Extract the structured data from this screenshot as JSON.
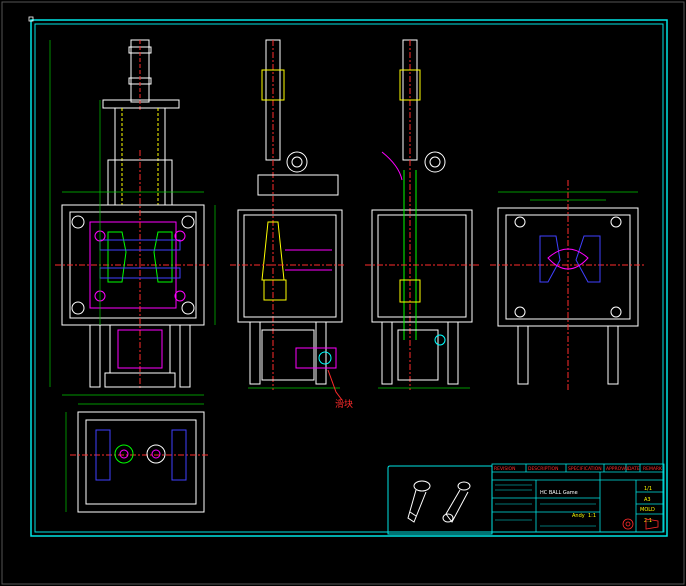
{
  "drawing": {
    "annotation_label": "滑块",
    "title_block": {
      "header_cells": [
        "REVISION",
        "DESCRIPTION",
        "SPECIFICATION",
        "APPROVAL",
        "DATE",
        "REMARK"
      ],
      "part_name": "HC BALL Game",
      "designer": "Andy",
      "scale_note": "1:1",
      "cells_right": [
        "1/1",
        "A3",
        "MOLD",
        "2:1"
      ]
    }
  },
  "colors": {
    "background": "#000000",
    "border": "#00e5e5",
    "outline": "#ffffff",
    "dimension": "#00c800",
    "centerline": "#ff2b2b",
    "hidden": "#ffff00",
    "part": "#ff00ff",
    "insert": "#4040ff",
    "accent": "#00ffff"
  }
}
